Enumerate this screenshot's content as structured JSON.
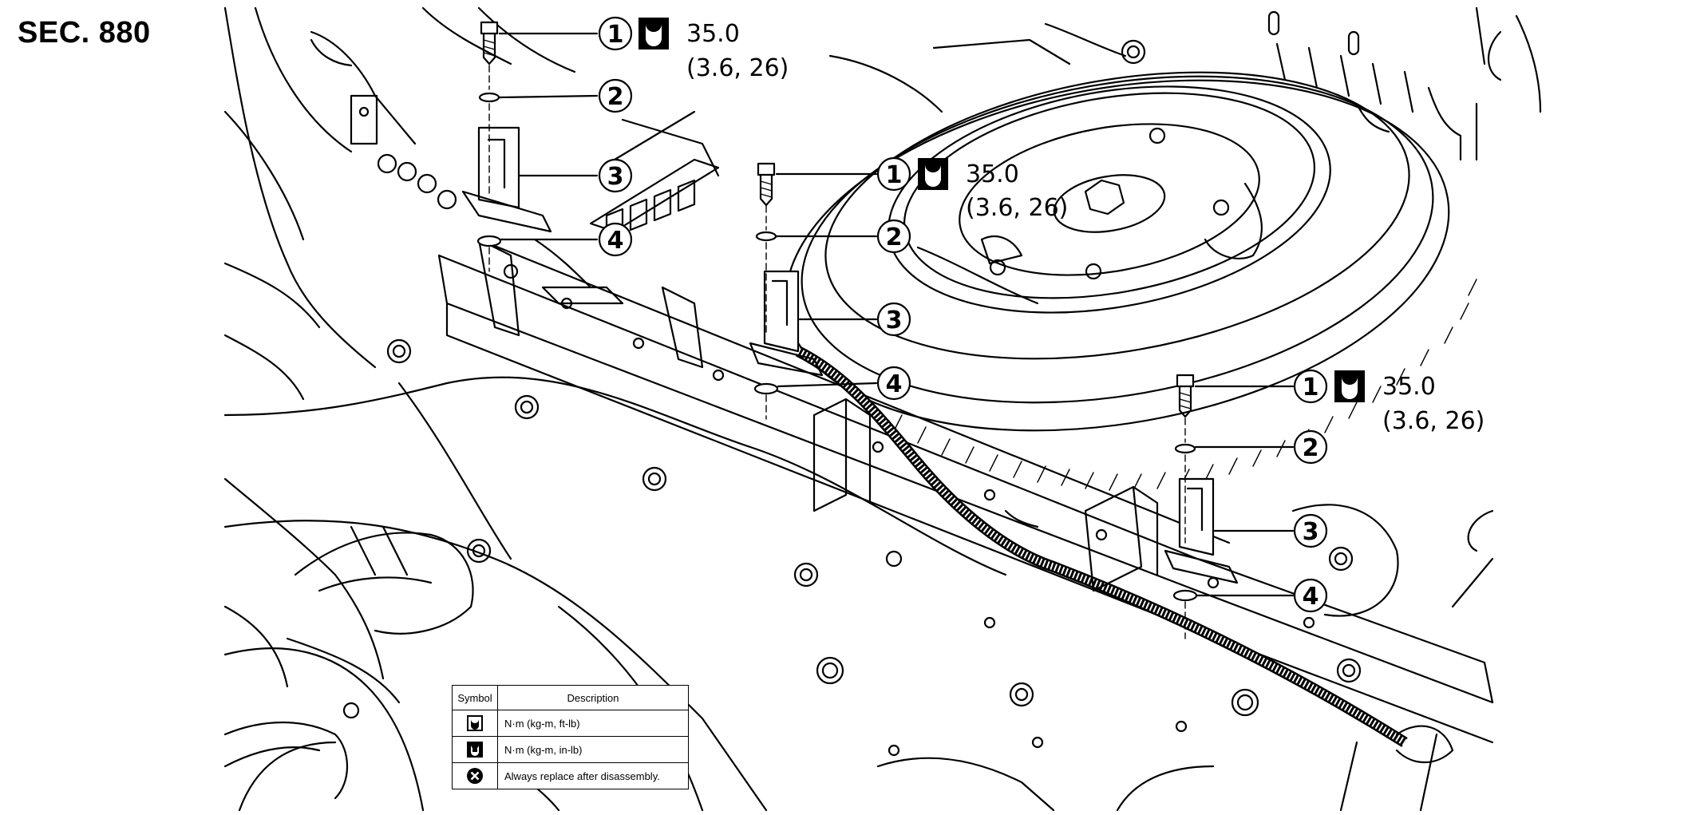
{
  "section": "SEC. 880",
  "callouts": [
    {
      "group": "left",
      "numbers": [
        "1",
        "2",
        "3",
        "4"
      ],
      "torque_value": "35.0",
      "torque_detail": "(3.6, 26)"
    },
    {
      "group": "center",
      "numbers": [
        "1",
        "2",
        "3",
        "4"
      ],
      "torque_value": "35.0",
      "torque_detail": "(3.6, 26)"
    },
    {
      "group": "right",
      "numbers": [
        "1",
        "2",
        "3",
        "4"
      ],
      "torque_value": "35.0",
      "torque_detail": "(3.6, 26)"
    }
  ],
  "legend": {
    "header_symbol": "Symbol",
    "header_description": "Description",
    "rows": [
      {
        "icon": "torque-wrench-outline-icon",
        "description": "N·m (kg-m, ft-lb)"
      },
      {
        "icon": "torque-wrench-filled-icon",
        "description": "N·m (kg-m, in-lb)"
      },
      {
        "icon": "replace-x-circle-icon",
        "description": "Always replace after disassembly."
      }
    ]
  }
}
